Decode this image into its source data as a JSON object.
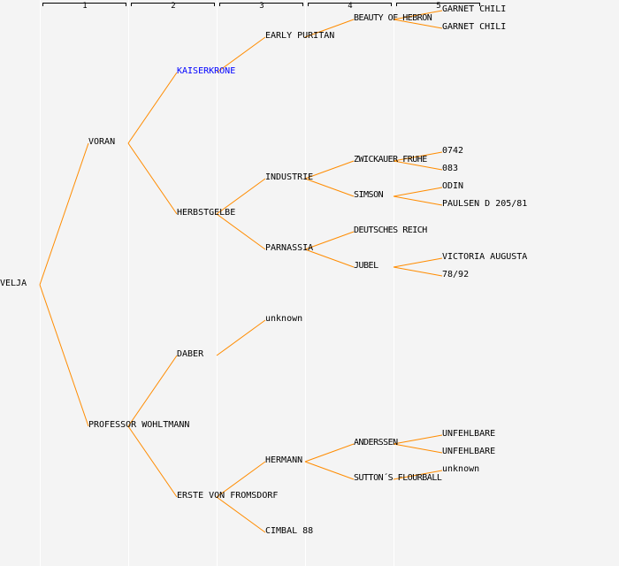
{
  "generations": [
    "1",
    "2",
    "3",
    "4",
    "5"
  ],
  "colors": {
    "line": "#ff8c00",
    "text": "#000000",
    "highlight": "#0000ff"
  },
  "tree": {
    "name": "VELJA",
    "c": [
      {
        "name": "VORAN",
        "c": [
          {
            "name": "KAISERKRONE",
            "highlight": true,
            "c": [
              {
                "name": "EARLY PURITAN",
                "c": [
                  {
                    "name": "BEAUTY OF HEBRON",
                    "c": [
                      {
                        "name": "GARNET CHILI"
                      },
                      {
                        "name": "GARNET CHILI"
                      }
                    ]
                  },
                  null
                ]
              },
              null
            ]
          },
          {
            "name": "HERBSTGELBE",
            "c": [
              {
                "name": "INDUSTRIE",
                "c": [
                  {
                    "name": "ZWICKAUER FRUHE",
                    "c": [
                      {
                        "name": "0742"
                      },
                      {
                        "name": "083"
                      }
                    ]
                  },
                  {
                    "name": "SIMSON",
                    "c": [
                      {
                        "name": "ODIN"
                      },
                      {
                        "name": "PAULSEN D 205/81"
                      }
                    ]
                  }
                ]
              },
              {
                "name": "PARNASSIA",
                "c": [
                  {
                    "name": "DEUTSCHES REICH"
                  },
                  {
                    "name": "JUBEL",
                    "c": [
                      {
                        "name": "VICTORIA AUGUSTA"
                      },
                      {
                        "name": "78/92"
                      }
                    ]
                  }
                ]
              }
            ]
          }
        ]
      },
      {
        "name": "PROFESSOR WOHLTMANN",
        "c": [
          {
            "name": "DABER",
            "c": [
              {
                "name": "unknown"
              },
              null
            ]
          },
          {
            "name": "ERSTE VON FROMSDORF",
            "c": [
              {
                "name": "HERMANN",
                "c": [
                  {
                    "name": "ANDERSSEN",
                    "c": [
                      {
                        "name": "UNFEHLBARE"
                      },
                      {
                        "name": "UNFEHLBARE"
                      }
                    ]
                  },
                  {
                    "name": "SUTTON´S FLOURBALL",
                    "c": [
                      {
                        "name": "unknown"
                      },
                      null
                    ]
                  }
                ]
              },
              {
                "name": "CIMBAL 88"
              }
            ]
          }
        ]
      }
    ]
  }
}
